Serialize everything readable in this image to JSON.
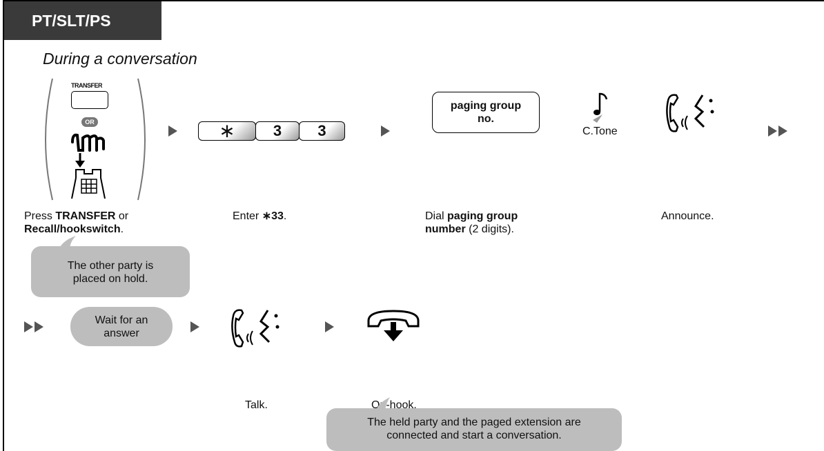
{
  "header": {
    "title": "PT/SLT/PS"
  },
  "subtitle": "During a conversation",
  "step1": {
    "transfer_key_label": "TRANSFER",
    "or_badge": "OR",
    "caption_prefix": "Press ",
    "caption_bold1": "TRANSFER",
    "caption_mid": " or",
    "caption_bold2": "Recall/hookswitch",
    "caption_suffix": "."
  },
  "step2": {
    "keys": [
      "∗",
      "3",
      "3"
    ],
    "caption_prefix": "Enter ",
    "caption_bold": "∗33",
    "caption_suffix": "."
  },
  "step3": {
    "box_line1": "paging group",
    "box_line2": "no.",
    "caption_prefix": "Dial ",
    "caption_bold1": "paging group",
    "caption_bold2": "number",
    "caption_suffix": " (2 digits)."
  },
  "tone": {
    "label": "C.Tone"
  },
  "step4": {
    "caption": "Announce."
  },
  "hold_note": {
    "line1": "The other party is",
    "line2": "placed on hold."
  },
  "wait_pill": {
    "line1": "Wait for an",
    "line2": "answer"
  },
  "talk": {
    "caption": "Talk."
  },
  "onhook": {
    "caption": "On-hook."
  },
  "final_note": {
    "line1": "The held party and the paged extension are",
    "line2": "connected and start a conversation."
  }
}
